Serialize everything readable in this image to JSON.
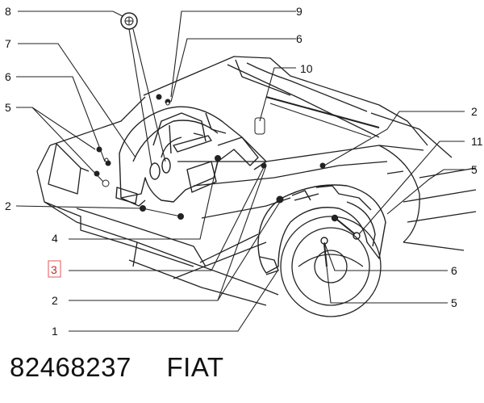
{
  "callouts": [
    {
      "id": "c1",
      "text": "8"
    },
    {
      "id": "c2",
      "text": "9"
    },
    {
      "id": "c3",
      "text": "7"
    },
    {
      "id": "c4",
      "text": "6"
    },
    {
      "id": "c5",
      "text": "6"
    },
    {
      "id": "c6",
      "text": "10"
    },
    {
      "id": "c7",
      "text": "5"
    },
    {
      "id": "c8",
      "text": "2"
    },
    {
      "id": "c9",
      "text": "11"
    },
    {
      "id": "c10",
      "text": "5"
    },
    {
      "id": "c11",
      "text": "2"
    },
    {
      "id": "c12",
      "text": "4"
    },
    {
      "id": "c13",
      "text": "3"
    },
    {
      "id": "c14",
      "text": "6"
    },
    {
      "id": "c15",
      "text": "2"
    },
    {
      "id": "c16",
      "text": "5"
    },
    {
      "id": "c17",
      "text": "1"
    }
  ],
  "footer": {
    "part_number": "82468237",
    "brand": "FIAT"
  },
  "colors": {
    "highlight": "#e57373",
    "line": "#222222"
  }
}
